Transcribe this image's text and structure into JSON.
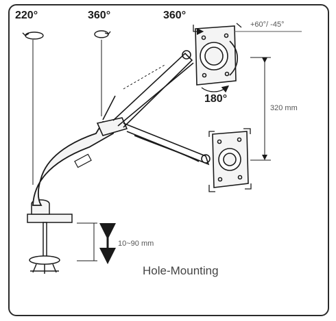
{
  "labels": {
    "rot_base": "220°",
    "rot_pole": "360°",
    "rot_head": "360°",
    "tilt": "+60°/ -45°",
    "flip": "180°",
    "height": "320 mm",
    "desk": "10~90 mm",
    "mount": "Hole-Mounting"
  },
  "colors": {
    "line": "#1a1a1a",
    "fill": "#f4f4f4",
    "dim": "#555555"
  }
}
